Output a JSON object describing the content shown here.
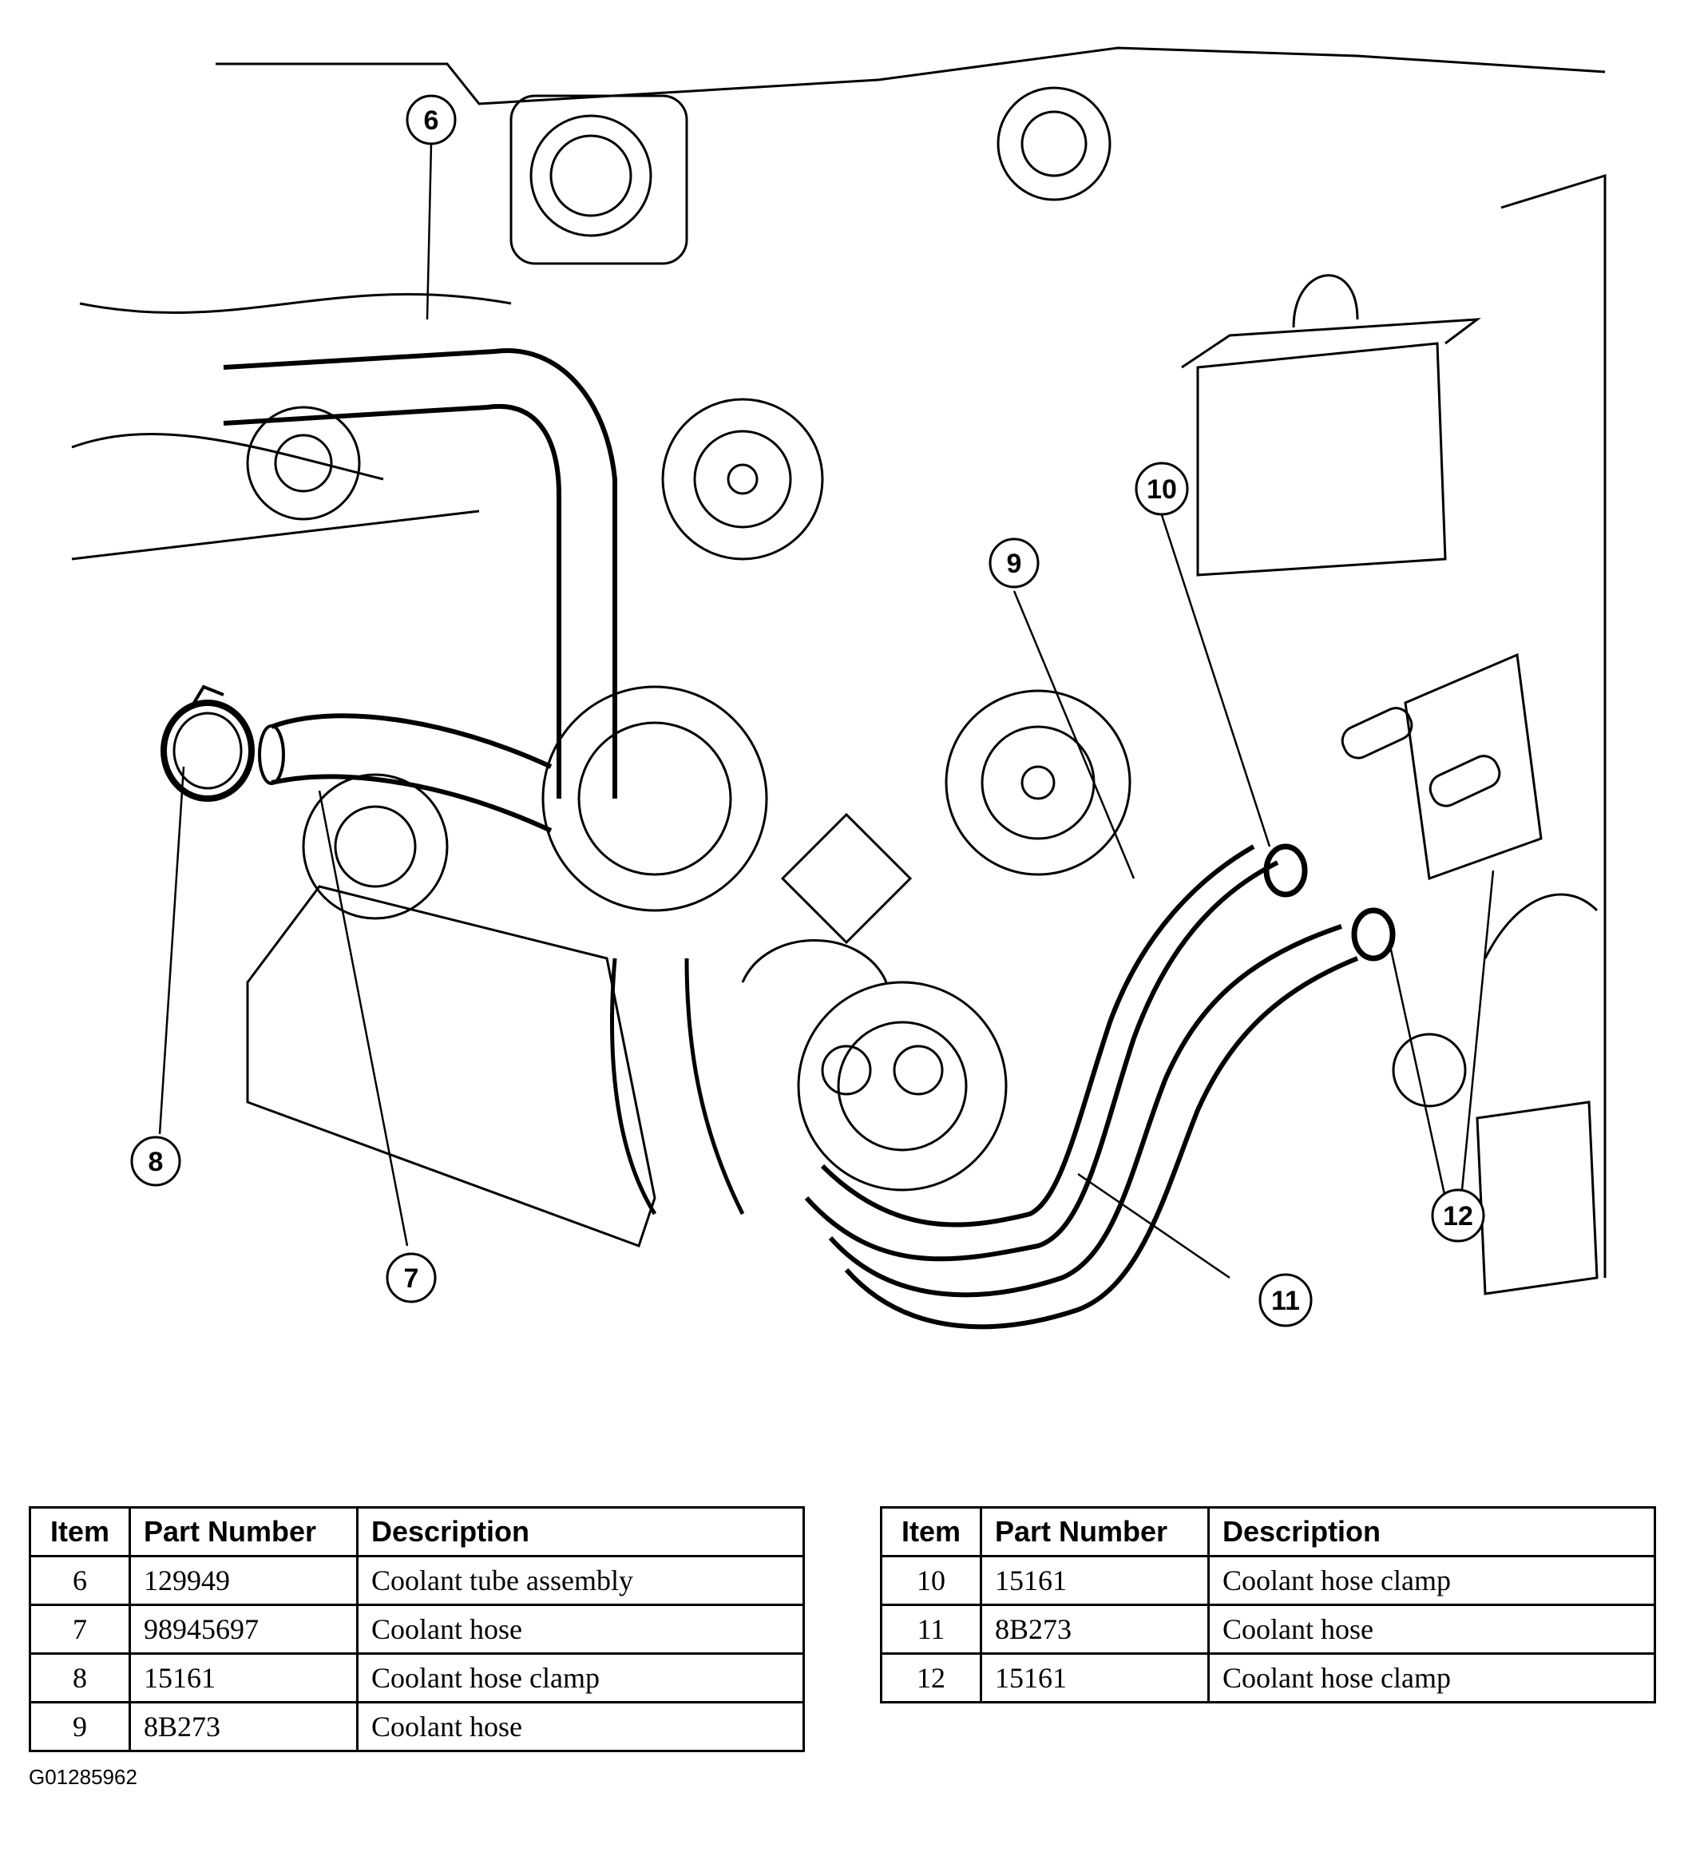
{
  "callouts": [
    "6",
    "7",
    "8",
    "9",
    "10",
    "11",
    "12"
  ],
  "tables": {
    "left": {
      "headers": {
        "item": "Item",
        "part_number": "Part Number",
        "description": "Description"
      },
      "rows": [
        {
          "item": "6",
          "part_number": "129949",
          "description": "Coolant tube assembly"
        },
        {
          "item": "7",
          "part_number": "98945697",
          "description": "Coolant hose"
        },
        {
          "item": "8",
          "part_number": "15161",
          "description": "Coolant hose clamp"
        },
        {
          "item": "9",
          "part_number": "8B273",
          "description": "Coolant hose"
        }
      ]
    },
    "right": {
      "headers": {
        "item": "Item",
        "part_number": "Part Number",
        "description": "Description"
      },
      "rows": [
        {
          "item": "10",
          "part_number": "15161",
          "description": "Coolant hose clamp"
        },
        {
          "item": "11",
          "part_number": "8B273",
          "description": "Coolant hose"
        },
        {
          "item": "12",
          "part_number": "15161",
          "description": "Coolant hose clamp"
        }
      ]
    }
  },
  "figure_id": "G01285962"
}
